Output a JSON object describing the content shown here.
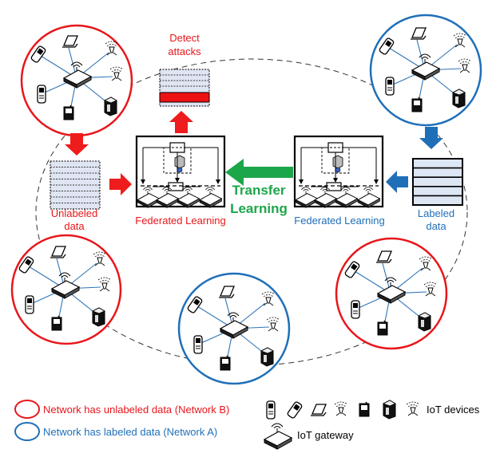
{
  "labels": {
    "detect_line1": "Detect",
    "detect_line2": "attacks",
    "transfer_line1": "Transfer",
    "transfer_line2": "Learning",
    "fl_left": "Federated Learning",
    "fl_right": "Federated Learning",
    "unlabeled_line1": "Unlabeled",
    "unlabeled_line2": "data",
    "labeled_line1": "Labeled",
    "labeled_line2": "data"
  },
  "legend": {
    "network_b": "Network has unlabeled data (Network B)",
    "network_a": "Network has labeled data (Network A)",
    "iot_devices": "IoT devices",
    "iot_gateway": "IoT gateway"
  },
  "colors": {
    "network_b": "#e8161b",
    "network_a": "#1f6fb8",
    "transfer": "#1ca64a",
    "arrow_red": "#ee1c1c",
    "arrow_blue": "#1f6fb8",
    "device_line": "#2e75b6"
  }
}
